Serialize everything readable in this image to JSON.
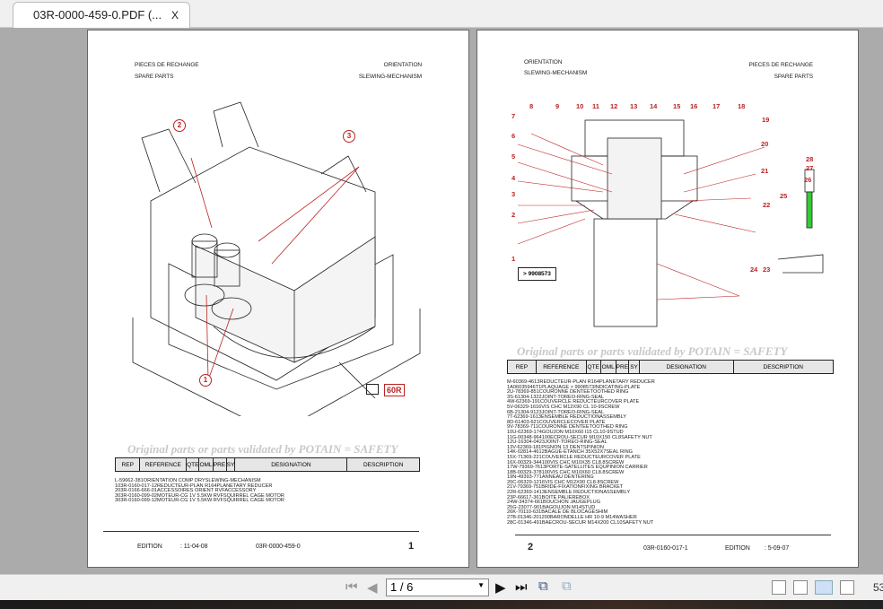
{
  "tab": {
    "title": "03R-0000-459-0.PDF (...",
    "close": "X"
  },
  "watermark": "Original parts or parts validated by POTAIN = SAFETY",
  "columns": [
    "REP",
    "REFERENCE",
    "QTE",
    "OML",
    "PRE",
    "SY",
    "DESIGNATION",
    "DESCRIPTION"
  ],
  "page1": {
    "header_left": [
      "PIECES DE RECHANGE",
      "SPARE PARTS"
    ],
    "header_right": [
      "ORIENTATION",
      "SLEWING-MECHANISM"
    ],
    "callouts": [
      "2",
      "3",
      "1"
    ],
    "ref_badge": "60R",
    "rows": [
      [
        "",
        "L-59662-38",
        "1",
        "",
        "",
        "",
        "ORIENTATION COMP DRY",
        "SLEWING-MECHANISM"
      ],
      [
        "1",
        "03R-0160-017-1",
        "2",
        "",
        "",
        "",
        "REDUCTEUR-PLAN R164",
        "PLANETARY REDUCER"
      ],
      [
        "2",
        "03R-0166-666-0",
        "1",
        "",
        "",
        "",
        "ACCESSOIRES ORIENT RVF",
        "ACCESSORY"
      ],
      [
        "3",
        "03R-0160-099-0",
        "2",
        "",
        "",
        "",
        "MOTEUR-CG 1V 5.5KW RVF",
        "SQUIRREL CAGE MOTOR"
      ],
      [
        "3",
        "03R-0160-099-1",
        "2",
        "",
        "",
        "",
        "MOTEUR-CG 1V 5.5KW RVF",
        "SQUIRREL CAGE MOTOR"
      ]
    ],
    "footer": {
      "edition_label": "EDITION",
      "edition": ": 11-04-08",
      "doc": "03R-0000-459-0",
      "page": "1"
    }
  },
  "page2": {
    "header_left": [
      "ORIENTATION",
      "SLEWING-MECHANISM"
    ],
    "header_right": [
      "PIECES DE RECHANGE",
      "SPARE PARTS"
    ],
    "callouts": [
      "8",
      "9",
      "10",
      "11",
      "12",
      "13",
      "14",
      "15",
      "16",
      "17",
      "18",
      "7",
      "19",
      "6",
      "20",
      "5",
      "21",
      "4",
      "3",
      "22",
      "2",
      "1",
      "24",
      "23",
      "28",
      "27",
      "26",
      "25"
    ],
    "ref_box": "> 9908573",
    "rows": [
      [
        "",
        "M-60369-46",
        "1",
        "",
        "3",
        "",
        "REDUCTEUR-PLAN R164",
        "PLANETARY REDUCER"
      ],
      [
        "1",
        "A06035946T",
        "1",
        "",
        "",
        "",
        "PLAQUAGE > 9908573",
        "INDICATING-PLATE"
      ],
      [
        "2",
        "U-78369-85",
        "1",
        "",
        "",
        "",
        "COURONNE DENTEE",
        "TOOTHED RING"
      ],
      [
        "3",
        "S-61304-13",
        "2",
        "",
        "2",
        "",
        "JOINT-TORE",
        "O-RING-SEAL"
      ],
      [
        "4",
        "W-62369-19",
        "1",
        "",
        "",
        "",
        "COUVERCLE REDUCTEUR",
        "COVER PLATE"
      ],
      [
        "5",
        "V-06329-16",
        "16",
        "",
        "",
        "",
        "VIS CHC M12X90 CL 10-9",
        "SCREW"
      ],
      [
        "6",
        "B-21304-91",
        "2",
        "",
        "3",
        "",
        "JOINT-TORE",
        "O-RING-SEAL"
      ],
      [
        "7",
        "T-62369-16",
        "1",
        "",
        "3",
        "",
        "ENSEMBLE REDUCTION",
        "ASSEMBLY"
      ],
      [
        "8",
        "D-61403-62",
        "1",
        "",
        "",
        "",
        "COUVERCLE",
        "COVER PLATE"
      ],
      [
        "9",
        "V-78369-71",
        "1",
        "",
        "",
        "",
        "COURONNE DENTEE",
        "TOOTHED RING"
      ],
      [
        "10",
        "U-62369-17",
        "4",
        "",
        "",
        "",
        "GOUJON M10X60 I15 CL10-9",
        "STUD"
      ],
      [
        "11",
        "G-00348-96",
        "4",
        "100",
        "",
        "",
        "ECROU-SECUR M10X150 CL8",
        "SAFETY NUT"
      ],
      [
        "12",
        "U-16304-04",
        "2",
        "",
        "3",
        "",
        "JOINT-TORE",
        "O-RING-SEAL"
      ],
      [
        "13",
        "V-62369-18",
        "1",
        "",
        "",
        "",
        "PIGNON 13 DENTS",
        "PINION"
      ],
      [
        "14",
        "K-02814-46",
        "1",
        "",
        "2",
        "",
        "BAGUE-ETANCH 35X52X7",
        "SEAL RING"
      ],
      [
        "15",
        "X-71369-22",
        "1",
        "",
        "",
        "",
        "COUVERCLE REDUCTEUR",
        "COVER PLATE"
      ],
      [
        "16",
        "X-00329-34",
        "4",
        "100",
        "",
        "",
        "VIS CHC M10X35 CL8.8",
        "SCREW"
      ],
      [
        "17",
        "W-79369-76",
        "1",
        "",
        "3",
        "",
        "PORTE-SATELLITES EQU",
        "PINION CARRIER"
      ],
      [
        "18",
        "B-00329-37",
        "8",
        "100",
        "",
        "",
        "VIS CHC M10X60 CL8.8",
        "SCREW"
      ],
      [
        "19",
        "N-49393-77",
        "1",
        "",
        "",
        "",
        "ANNEAU DENTE",
        "RING"
      ],
      [
        "20",
        "C-06329-12",
        "16",
        "",
        "",
        "",
        "VIS CHC M12X90 CL8.8",
        "SCREW"
      ],
      [
        "21",
        "V-79369-75",
        "1",
        "",
        "",
        "",
        "BRIDE-FIXATION",
        "FIXING BRACKET"
      ],
      [
        "22",
        "R-62369-14",
        "1",
        "",
        "3",
        "",
        "ENSEMBLE REDUCTION",
        "ASSEMBLY"
      ],
      [
        "23",
        "P-66617-36",
        "1",
        "",
        "",
        "",
        "BOITE PALIERE",
        "BOX"
      ],
      [
        "24",
        "W-34374-66",
        "1",
        "",
        "",
        "",
        "BOUCHON JAUGE",
        "PLUG"
      ],
      [
        "25",
        "G-23077-90",
        "1",
        "",
        "",
        "BA",
        "GOUJON M14",
        "STUD"
      ],
      [
        "26",
        "K-70110-63",
        "1",
        "",
        "",
        "BA",
        "CALE DE BLOCAGE",
        "SHIM"
      ],
      [
        "27",
        "B-01346-20",
        "1",
        "200",
        "",
        "BA",
        "RONDELLE HR 10-9 M14",
        "WASHER"
      ],
      [
        "28",
        "C-01346-49",
        "1",
        "",
        "",
        "BA",
        "ECROU-SECUR M14X200 CL10",
        "SAFETY NUT"
      ]
    ],
    "footer": {
      "page": "2",
      "doc": "03R-0160-017-1",
      "edition_label": "EDITION",
      "edition": ": 5-09-07"
    }
  },
  "toolbar": {
    "page_value": "1 / 6",
    "zoom_partial": "53"
  },
  "colors": {
    "callout": "#b22222",
    "viewer_bg": "#ababab"
  }
}
